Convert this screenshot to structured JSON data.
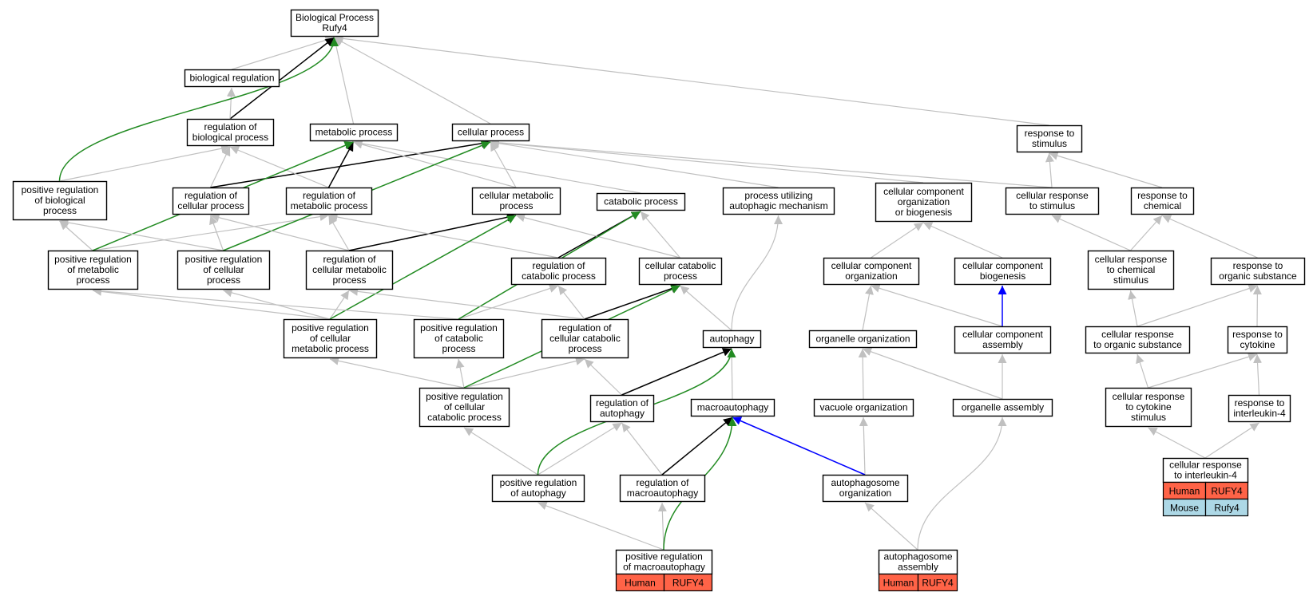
{
  "colors": {
    "grey": "#c0c0c0",
    "black": "#000000",
    "green": "#228b22",
    "blue": "#0000ff",
    "human": "#ff6347",
    "mouse": "#add8e6"
  },
  "nodes": {
    "bp": [
      "Biological Process",
      "Rufy4"
    ],
    "bioreg": [
      "biological regulation"
    ],
    "regbio": [
      "regulation of",
      "biological process"
    ],
    "metab": [
      "metabolic process"
    ],
    "cellproc": [
      "cellular process"
    ],
    "respstim": [
      "response to",
      "stimulus"
    ],
    "posregbio": [
      "positive regulation",
      "of biological",
      "process"
    ],
    "regcell": [
      "regulation of",
      "cellular process"
    ],
    "regmetab": [
      "regulation of",
      "metabolic process"
    ],
    "cellmetab": [
      "cellular metabolic",
      "process"
    ],
    "catab": [
      "catabolic process"
    ],
    "procauto": [
      "process utilizing",
      "autophagic mechanism"
    ],
    "ccob": [
      "cellular component",
      "organization",
      "or biogenesis"
    ],
    "cellresp": [
      "cellular response",
      "to stimulus"
    ],
    "respchem": [
      "response to",
      "chemical"
    ],
    "posregmetab": [
      "positive regulation",
      "of metabolic",
      "process"
    ],
    "posregcell": [
      "positive regulation",
      "of cellular",
      "process"
    ],
    "regcellmetab": [
      "regulation of",
      "cellular metabolic",
      "process"
    ],
    "regcatab": [
      "regulation of",
      "catabolic process"
    ],
    "cellcatab": [
      "cellular catabolic",
      "process"
    ],
    "ccorg": [
      "cellular component",
      "organization"
    ],
    "ccbio": [
      "cellular component",
      "biogenesis"
    ],
    "cellrespchem": [
      "cellular response",
      "to chemical",
      "stimulus"
    ],
    "resporg": [
      "response to",
      "organic substance"
    ],
    "posregcellmetab": [
      "positive regulation",
      "of cellular",
      "metabolic process"
    ],
    "posregcatab": [
      "positive regulation",
      "of catabolic",
      "process"
    ],
    "regcellcatab": [
      "regulation of",
      "cellular catabolic",
      "process"
    ],
    "autophagy": [
      "autophagy"
    ],
    "organorg": [
      "organelle organization"
    ],
    "ccassembly": [
      "cellular component",
      "assembly"
    ],
    "cellresporg": [
      "cellular response",
      "to organic substance"
    ],
    "respcyt": [
      "response to",
      "cytokine"
    ],
    "posregcellcatab": [
      "positive regulation",
      "of cellular",
      "catabolic process"
    ],
    "regauto": [
      "regulation of",
      "autophagy"
    ],
    "macro": [
      "macroautophagy"
    ],
    "vacorg": [
      "vacuole organization"
    ],
    "organassembly": [
      "organelle assembly"
    ],
    "cellrespcyt": [
      "cellular response",
      "to cytokine",
      "stimulus"
    ],
    "respil4": [
      "response to",
      "interleukin-4"
    ],
    "posregauto": [
      "positive regulation",
      "of autophagy"
    ],
    "regmacro": [
      "regulation of",
      "macroautophagy"
    ],
    "autoorg": [
      "autophagosome",
      "organization"
    ],
    "posregmacro": [
      "positive regulation",
      "of macroautophagy"
    ],
    "autoassembly": [
      "autophagosome",
      "assembly"
    ],
    "cellrespil4": [
      "cellular response",
      "to interleukin-4"
    ]
  },
  "annotations": {
    "posregmacro": [
      [
        "Human",
        "RUFY4"
      ]
    ],
    "autoassembly": [
      [
        "Human",
        "RUFY4"
      ]
    ],
    "cellrespil4": [
      [
        "Human",
        "RUFY4"
      ],
      [
        "Mouse",
        "Rufy4"
      ]
    ]
  },
  "edges": [
    {
      "from": "bioreg",
      "to": "bp",
      "color": "grey"
    },
    {
      "from": "regbio",
      "to": "bp",
      "color": "black"
    },
    {
      "from": "regbio",
      "to": "bioreg",
      "color": "grey"
    },
    {
      "from": "metab",
      "to": "bp",
      "color": "grey"
    },
    {
      "from": "cellproc",
      "to": "bp",
      "color": "grey"
    },
    {
      "from": "respstim",
      "to": "bp",
      "color": "grey"
    },
    {
      "from": "posregbio",
      "to": "bp",
      "color": "green"
    },
    {
      "from": "posregbio",
      "to": "regbio",
      "color": "grey"
    },
    {
      "from": "regcell",
      "to": "regbio",
      "color": "grey"
    },
    {
      "from": "regcell",
      "to": "cellproc",
      "color": "black"
    },
    {
      "from": "regmetab",
      "to": "regbio",
      "color": "grey"
    },
    {
      "from": "regmetab",
      "to": "metab",
      "color": "black"
    },
    {
      "from": "cellmetab",
      "to": "metab",
      "color": "grey"
    },
    {
      "from": "cellmetab",
      "to": "cellproc",
      "color": "grey"
    },
    {
      "from": "catab",
      "to": "metab",
      "color": "grey"
    },
    {
      "from": "procauto",
      "to": "cellproc",
      "color": "grey"
    },
    {
      "from": "ccob",
      "to": "cellproc",
      "color": "grey"
    },
    {
      "from": "cellresp",
      "to": "cellproc",
      "color": "grey"
    },
    {
      "from": "cellresp",
      "to": "respstim",
      "color": "grey"
    },
    {
      "from": "respchem",
      "to": "respstim",
      "color": "grey"
    },
    {
      "from": "posregmetab",
      "to": "posregbio",
      "color": "grey"
    },
    {
      "from": "posregmetab",
      "to": "regmetab",
      "color": "grey"
    },
    {
      "from": "posregmetab",
      "to": "metab",
      "color": "green"
    },
    {
      "from": "posregcell",
      "to": "posregbio",
      "color": "grey"
    },
    {
      "from": "posregcell",
      "to": "regcell",
      "color": "grey"
    },
    {
      "from": "posregcell",
      "to": "cellproc",
      "color": "green"
    },
    {
      "from": "regcellmetab",
      "to": "regcell",
      "color": "grey"
    },
    {
      "from": "regcellmetab",
      "to": "regmetab",
      "color": "grey"
    },
    {
      "from": "regcellmetab",
      "to": "cellmetab",
      "color": "black"
    },
    {
      "from": "regcatab",
      "to": "regmetab",
      "color": "grey"
    },
    {
      "from": "regcatab",
      "to": "catab",
      "color": "black"
    },
    {
      "from": "cellcatab",
      "to": "cellmetab",
      "color": "grey"
    },
    {
      "from": "cellcatab",
      "to": "catab",
      "color": "grey"
    },
    {
      "from": "ccorg",
      "to": "ccob",
      "color": "grey"
    },
    {
      "from": "ccbio",
      "to": "ccob",
      "color": "grey"
    },
    {
      "from": "cellrespchem",
      "to": "cellresp",
      "color": "grey"
    },
    {
      "from": "cellrespchem",
      "to": "respchem",
      "color": "grey"
    },
    {
      "from": "resporg",
      "to": "respchem",
      "color": "grey"
    },
    {
      "from": "posregcellmetab",
      "to": "posregmetab",
      "color": "grey"
    },
    {
      "from": "posregcellmetab",
      "to": "posregcell",
      "color": "grey"
    },
    {
      "from": "posregcellmetab",
      "to": "regcellmetab",
      "color": "grey"
    },
    {
      "from": "posregcellmetab",
      "to": "cellmetab",
      "color": "green"
    },
    {
      "from": "posregcatab",
      "to": "posregmetab",
      "color": "grey"
    },
    {
      "from": "posregcatab",
      "to": "regcatab",
      "color": "grey"
    },
    {
      "from": "posregcatab",
      "to": "catab",
      "color": "green"
    },
    {
      "from": "regcellcatab",
      "to": "regcellmetab",
      "color": "grey"
    },
    {
      "from": "regcellcatab",
      "to": "regcatab",
      "color": "grey"
    },
    {
      "from": "regcellcatab",
      "to": "cellcatab",
      "color": "black"
    },
    {
      "from": "autophagy",
      "to": "procauto",
      "color": "grey"
    },
    {
      "from": "autophagy",
      "to": "cellcatab",
      "color": "grey"
    },
    {
      "from": "organorg",
      "to": "ccorg",
      "color": "grey"
    },
    {
      "from": "ccassembly",
      "to": "ccorg",
      "color": "grey"
    },
    {
      "from": "ccassembly",
      "to": "ccbio",
      "color": "blue"
    },
    {
      "from": "cellresporg",
      "to": "cellrespchem",
      "color": "grey"
    },
    {
      "from": "cellresporg",
      "to": "resporg",
      "color": "grey"
    },
    {
      "from": "respcyt",
      "to": "resporg",
      "color": "grey"
    },
    {
      "from": "posregcellcatab",
      "to": "posregcellmetab",
      "color": "grey"
    },
    {
      "from": "posregcellcatab",
      "to": "posregcatab",
      "color": "grey"
    },
    {
      "from": "posregcellcatab",
      "to": "regcellcatab",
      "color": "grey"
    },
    {
      "from": "posregcellcatab",
      "to": "cellcatab",
      "color": "green"
    },
    {
      "from": "regauto",
      "to": "regcellcatab",
      "color": "grey"
    },
    {
      "from": "regauto",
      "to": "autophagy",
      "color": "black"
    },
    {
      "from": "macro",
      "to": "autophagy",
      "color": "grey"
    },
    {
      "from": "vacorg",
      "to": "organorg",
      "color": "grey"
    },
    {
      "from": "organassembly",
      "to": "organorg",
      "color": "grey"
    },
    {
      "from": "organassembly",
      "to": "ccassembly",
      "color": "grey"
    },
    {
      "from": "cellrespcyt",
      "to": "cellresporg",
      "color": "grey"
    },
    {
      "from": "cellrespcyt",
      "to": "respcyt",
      "color": "grey"
    },
    {
      "from": "respil4",
      "to": "respcyt",
      "color": "grey"
    },
    {
      "from": "posregauto",
      "to": "posregcellcatab",
      "color": "grey"
    },
    {
      "from": "posregauto",
      "to": "regauto",
      "color": "grey"
    },
    {
      "from": "posregauto",
      "to": "autophagy",
      "color": "green"
    },
    {
      "from": "regmacro",
      "to": "regauto",
      "color": "grey"
    },
    {
      "from": "regmacro",
      "to": "macro",
      "color": "black"
    },
    {
      "from": "autoorg",
      "to": "vacorg",
      "color": "grey"
    },
    {
      "from": "autoorg",
      "to": "macro",
      "color": "blue"
    },
    {
      "from": "posregmacro",
      "to": "posregauto",
      "color": "grey"
    },
    {
      "from": "posregmacro",
      "to": "regmacro",
      "color": "grey"
    },
    {
      "from": "posregmacro",
      "to": "macro",
      "color": "green"
    },
    {
      "from": "autoassembly",
      "to": "autoorg",
      "color": "grey"
    },
    {
      "from": "autoassembly",
      "to": "organassembly",
      "color": "grey"
    },
    {
      "from": "cellrespil4",
      "to": "cellrespcyt",
      "color": "grey"
    },
    {
      "from": "cellrespil4",
      "to": "respil4",
      "color": "grey"
    }
  ]
}
